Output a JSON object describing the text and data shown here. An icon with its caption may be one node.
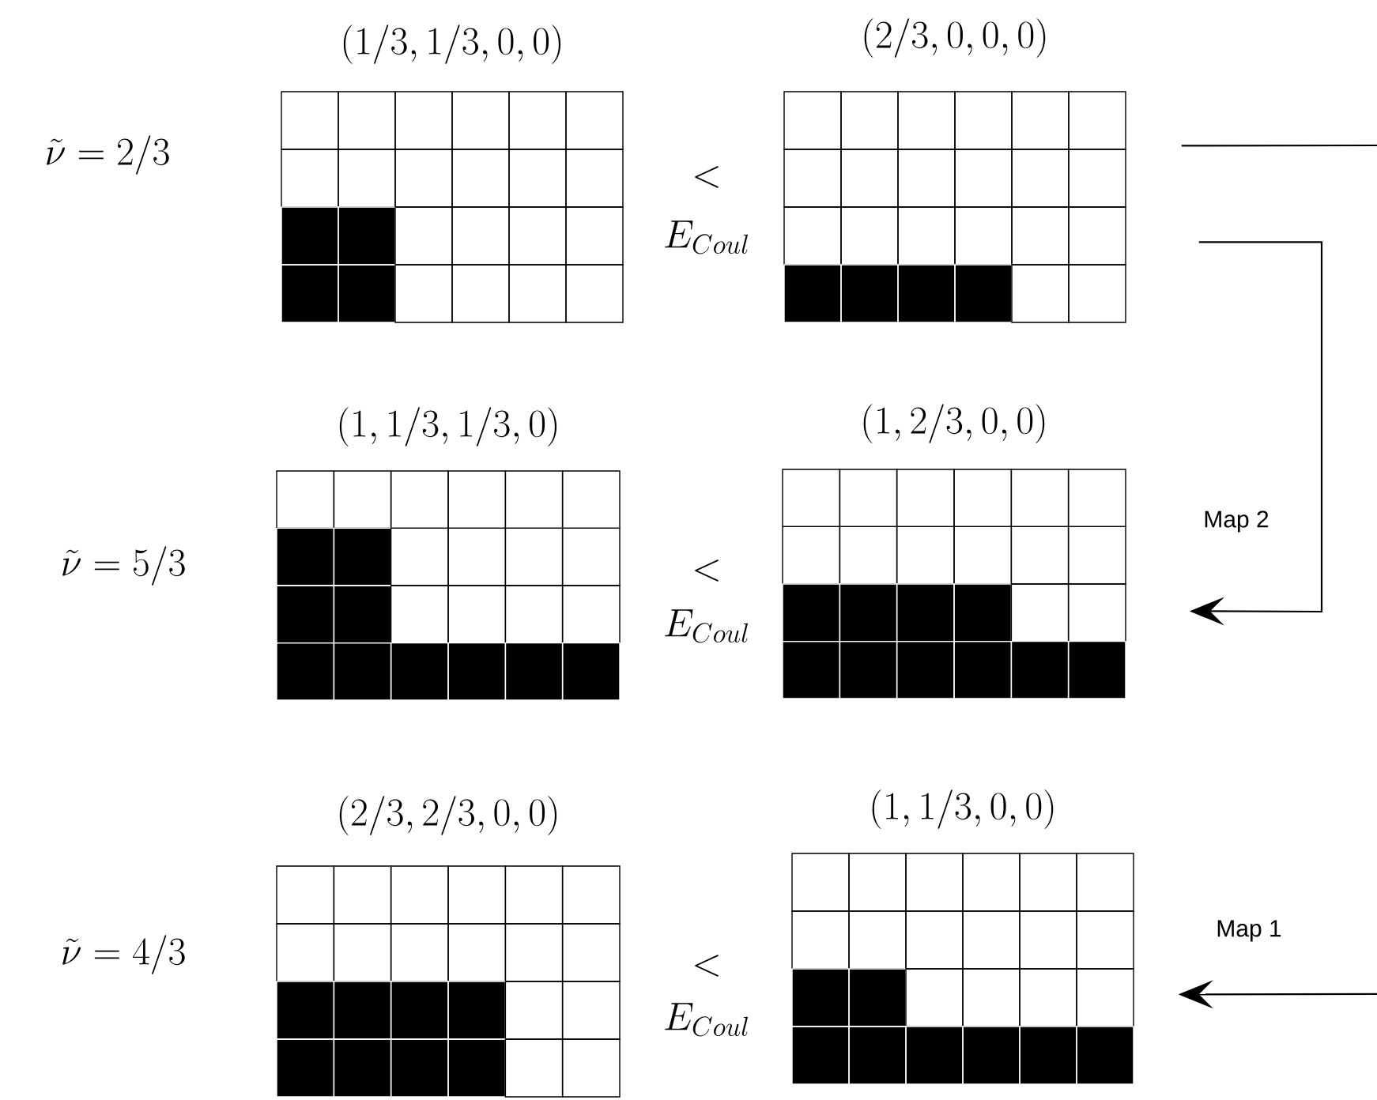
{
  "diagram": {
    "nodes": [
      {
        "text": [
          "(1/3, 1/3, 0, 0)"
        ]
      },
      {
        "text": [
          "(2/3, 0, 0, 0)"
        ]
      },
      {
        "text": [
          "(1, 1/3, 1/3, 0)"
        ]
      },
      {
        "text": [
          "(1, 2/3, 0, 0)"
        ]
      },
      {
        "text": [
          "(2/3, 2/3, 0, 0)"
        ]
      },
      {
        "text": [
          "(1, 1/3, 0, 0)"
        ]
      }
    ],
    "edges": [
      {
        "from": 1,
        "to": null,
        "arrow": "none"
      },
      {
        "from": 1,
        "to": 3,
        "arrow": "to",
        "label": "Map 2"
      },
      {
        "from": null,
        "to": 5,
        "arrow": "to",
        "label": "Map 1"
      }
    ],
    "labels": [
      "\\tilde{\\nu} = 2/3",
      "<",
      "E_{Coul}",
      "\\tilde{\\nu} = 5/3",
      "<",
      "E_{Coul}",
      "\\tilde{\\nu} = 4/3",
      "<",
      "E_{Coul}"
    ]
  }
}
